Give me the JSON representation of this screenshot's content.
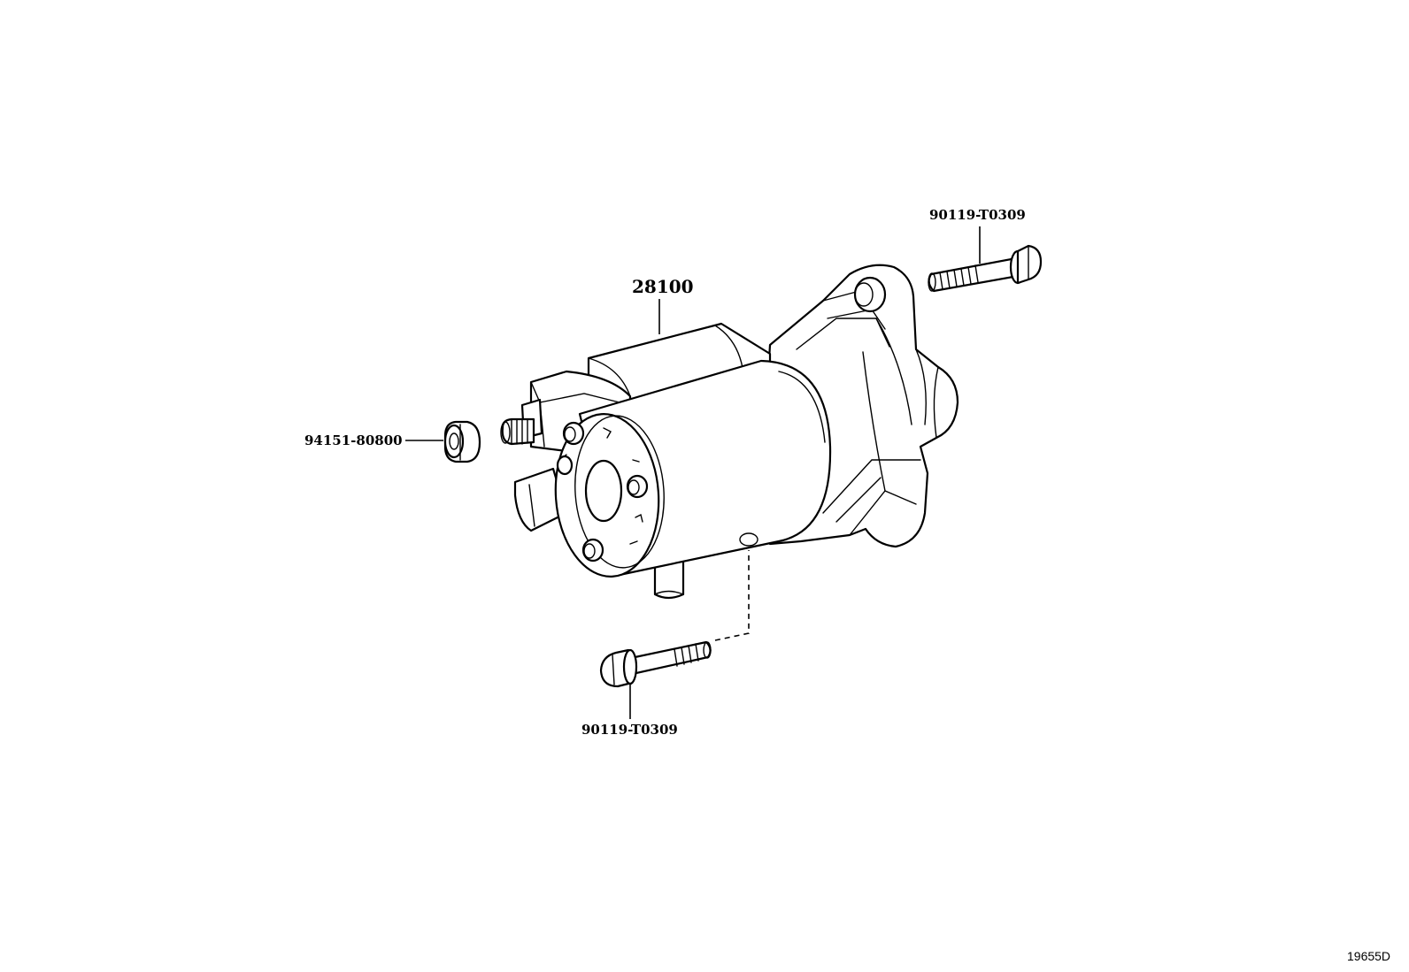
{
  "diagram": {
    "code": "19655D",
    "parts": [
      {
        "id": "starter",
        "number": "28100"
      },
      {
        "id": "bolt-upper",
        "number": "90119-T0309"
      },
      {
        "id": "nut",
        "number": "94151-80800"
      },
      {
        "id": "bolt-lower",
        "number": "90119-T0309"
      }
    ]
  }
}
